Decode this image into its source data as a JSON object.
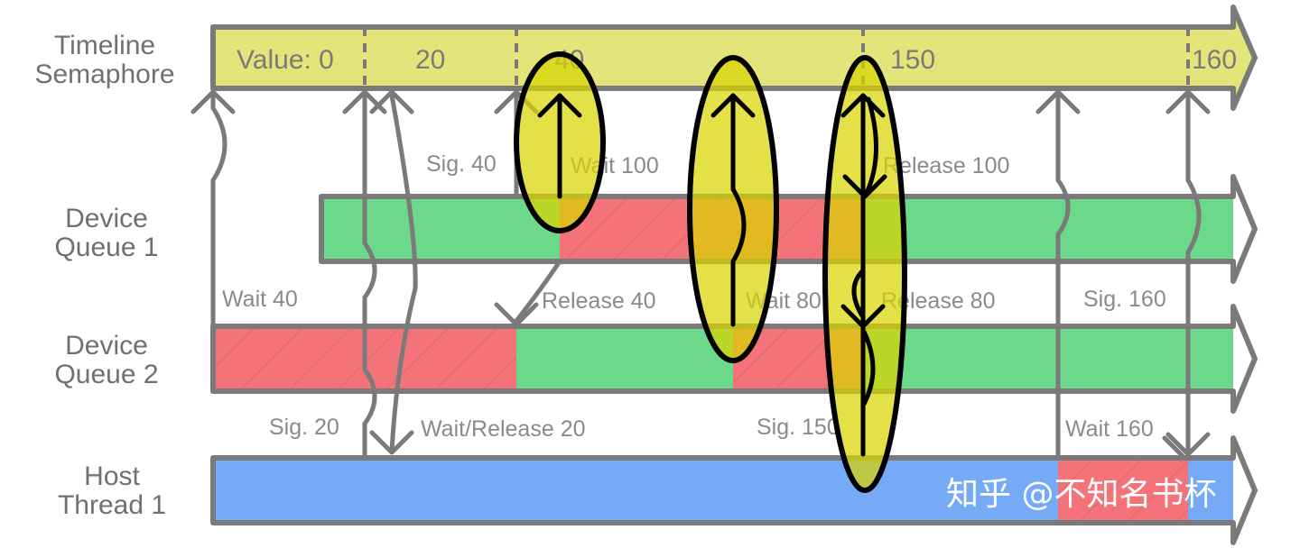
{
  "lanes": {
    "semaphore": [
      "Timeline",
      "Semaphore"
    ],
    "queue1": [
      "Device",
      "Queue 1"
    ],
    "queue2": [
      "Device",
      "Queue 2"
    ],
    "host": [
      "Host",
      "Thread 1"
    ]
  },
  "semaphore_values": {
    "v0": "Value: 0",
    "v20": "20",
    "v40": "40",
    "v150": "150",
    "v160": "160"
  },
  "annotations": {
    "sig40": "Sig. 40",
    "wait100": "Wait 100",
    "release100": "Release 100",
    "wait40": "Wait 40",
    "release40": "Release 40",
    "wait80": "Wait 80",
    "release80": "Release 80",
    "sig160": "Sig. 160",
    "sig20": "Sig. 20",
    "waitrelease20": "Wait/Release 20",
    "sig150": "Sig. 150",
    "wait160": "Wait 160"
  },
  "watermark": "知乎 @不知名书杯",
  "colors": {
    "semaphore": "#e3e57a",
    "active": "#6cd98a",
    "waiting": "#f47378",
    "host": "#76aaf7",
    "outline": "#7a7a7a",
    "highlight": "#d9d400"
  }
}
